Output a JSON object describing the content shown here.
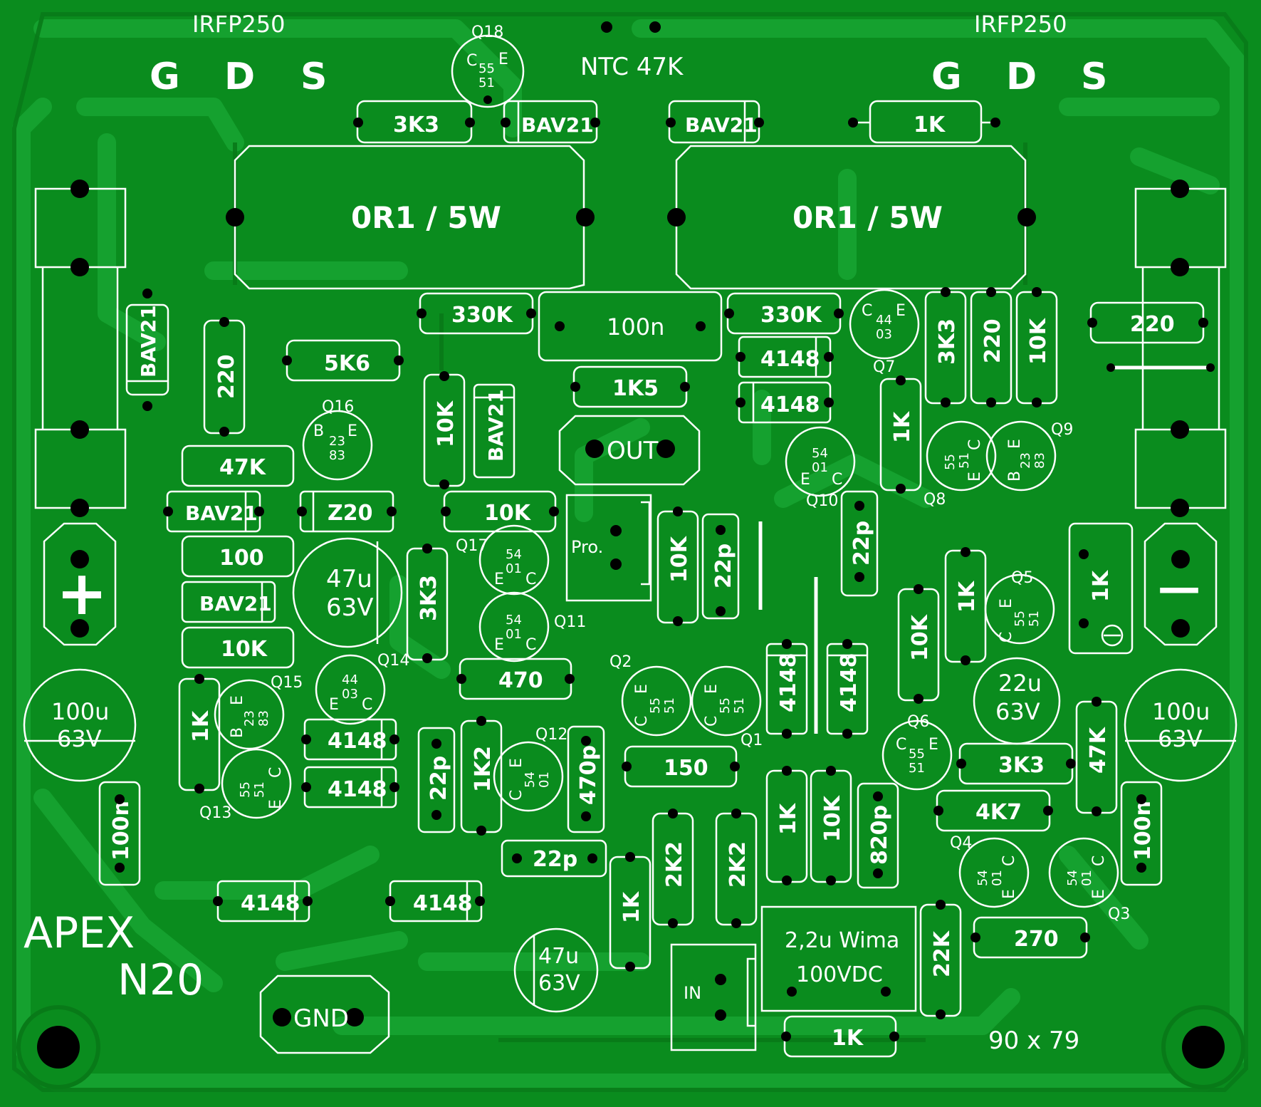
{
  "board": {
    "title_line1": "APEX",
    "title_line2": "N20",
    "dimensions": "90 x 79",
    "colors": {
      "copper": "#0a8c1e",
      "trace": "#13a52e",
      "substrate": "#087a18",
      "silk": "#ffffff",
      "pad": "#000000"
    }
  },
  "headers": {
    "left_mosfet": "IRFP250",
    "right_mosfet": "IRFP250",
    "pins": [
      "G",
      "D",
      "S"
    ],
    "ntc": "NTC 47K"
  },
  "terminals": {
    "plus": "+",
    "minus": "—",
    "out": "OUT",
    "gnd": "GND",
    "in": "IN",
    "pro": "Pro."
  },
  "components": {
    "r_3k3_top": "3K3",
    "d_bav21_top1": "BAV21",
    "d_bav21_top2": "BAV21",
    "r_1k_top": "1K",
    "r_0r1_left": "0R1 / 5W",
    "r_0r1_right": "0R1 / 5W",
    "r_330k_left": "330K",
    "c_100n_mid": "100n",
    "r_330k_right": "330K",
    "d_bav21_left_vert": "BAV21",
    "r_220_left_vert": "220",
    "r_5k6": "5K6",
    "r_1k5": "1K5",
    "d_4148_a": "4148",
    "d_4148_b": "4148",
    "r_3k3_right_vert": "3K3",
    "r_220_right_vert": "220",
    "r_10k_right_vert": "10K",
    "r_220_far_right": "220",
    "r_10k_center_vert": "10K",
    "d_bav21_center_vert": "BAV21",
    "r_47k": "47K",
    "d_bav21_mid_left": "BAV21",
    "z_z20": "Z20",
    "r_10k_mid": "10K",
    "r_100": "100",
    "c_47u_big": "47u",
    "c_47u_big_v": "63V",
    "d_bav21_low_left": "BAV21",
    "r_10k_low_left": "10K",
    "r_3k3_vert_mid": "3K3",
    "r_10k_pro": "10K",
    "c_22p_pro": "22p",
    "r_1k_q7": "1K",
    "c_22p_q10": "22p",
    "r_1k_right_mid": "1K",
    "r_10k_right_mid": "10K",
    "trim_1k": "1K",
    "c_100u_left": "100u",
    "c_100u_left_v": "63V",
    "c_100u_right": "100u",
    "c_100u_right_v": "63V",
    "r_470": "470",
    "d_4148_q1a": "4148",
    "d_4148_q1b": "4148",
    "c_22u": "22u",
    "c_22u_v": "63V",
    "r_1k_q13": "1K",
    "d_4148_c": "4148",
    "d_4148_d": "4148",
    "c_22p_low": "22p",
    "r_1k2": "1K2",
    "c_470p": "470p",
    "r_150": "150",
    "r_3k3_q6": "3K3",
    "r_47k_right_vert": "47K",
    "r_4k7": "4K7",
    "c_100n_left": "100n",
    "c_100n_right": "100n",
    "c_22p_bottom": "22p",
    "r_1k_bottom_vert": "1K",
    "r_2k2_a": "2K2",
    "r_2k2_b": "2K2",
    "r_1k_bottom_mid": "1K",
    "r_10k_bottom_mid": "10K",
    "c_820p": "820p",
    "d_4148_e": "4148",
    "d_4148_f": "4148",
    "c_47u_small": "47u",
    "c_47u_small_v": "63V",
    "c_wima_1": "2,2u Wima",
    "c_wima_2": "100VDC",
    "r_22k": "22K",
    "r_270": "270",
    "r_1k_bottom": "1K"
  },
  "transistors": [
    {
      "ref": "Q18",
      "code1": "55",
      "code2": "51",
      "pins": [
        "C",
        "E"
      ]
    },
    {
      "ref": "Q16",
      "code1": "23",
      "code2": "83",
      "pins": [
        "B",
        "E"
      ]
    },
    {
      "ref": "Q7",
      "code1": "44",
      "code2": "03",
      "pins": [
        "C",
        "E"
      ]
    },
    {
      "ref": "Q10",
      "code1": "54",
      "code2": "01",
      "pins": [
        "E",
        "C"
      ]
    },
    {
      "ref": "Q8",
      "code1": "55",
      "code2": "51",
      "pins": [
        "C",
        "E"
      ]
    },
    {
      "ref": "Q9",
      "code1": "23",
      "code2": "83",
      "pins": [
        "B",
        "E"
      ]
    },
    {
      "ref": "Q17",
      "code1": "54",
      "code2": "01",
      "pins": [
        "E",
        "C"
      ]
    },
    {
      "ref": "Q11",
      "code1": "54",
      "code2": "01",
      "pins": [
        "E",
        "C"
      ]
    },
    {
      "ref": "Q14",
      "code1": "44",
      "code2": "03",
      "pins": [
        "E",
        "C"
      ]
    },
    {
      "ref": "Q15",
      "code1": "23",
      "code2": "83",
      "pins": [
        "B",
        "E"
      ]
    },
    {
      "ref": "Q13",
      "code1": "55",
      "code2": "51",
      "pins": [
        "C",
        "E"
      ]
    },
    {
      "ref": "Q2",
      "code1": "55",
      "code2": "51",
      "pins": [
        "C",
        "E"
      ]
    },
    {
      "ref": "Q1",
      "code1": "55",
      "code2": "51",
      "pins": [
        "C",
        "E"
      ]
    },
    {
      "ref": "Q12",
      "code1": "54",
      "code2": "01",
      "pins": [
        "C",
        "E"
      ]
    },
    {
      "ref": "Q5",
      "code1": "55",
      "code2": "51",
      "pins": [
        "C",
        "E"
      ]
    },
    {
      "ref": "Q6",
      "code1": "55",
      "code2": "51",
      "pins": [
        "C",
        "E"
      ]
    },
    {
      "ref": "Q4",
      "code1": "54",
      "code2": "01",
      "pins": [
        "E",
        "C"
      ]
    },
    {
      "ref": "Q3",
      "code1": "54",
      "code2": "01",
      "pins": [
        "E",
        "C"
      ]
    }
  ]
}
